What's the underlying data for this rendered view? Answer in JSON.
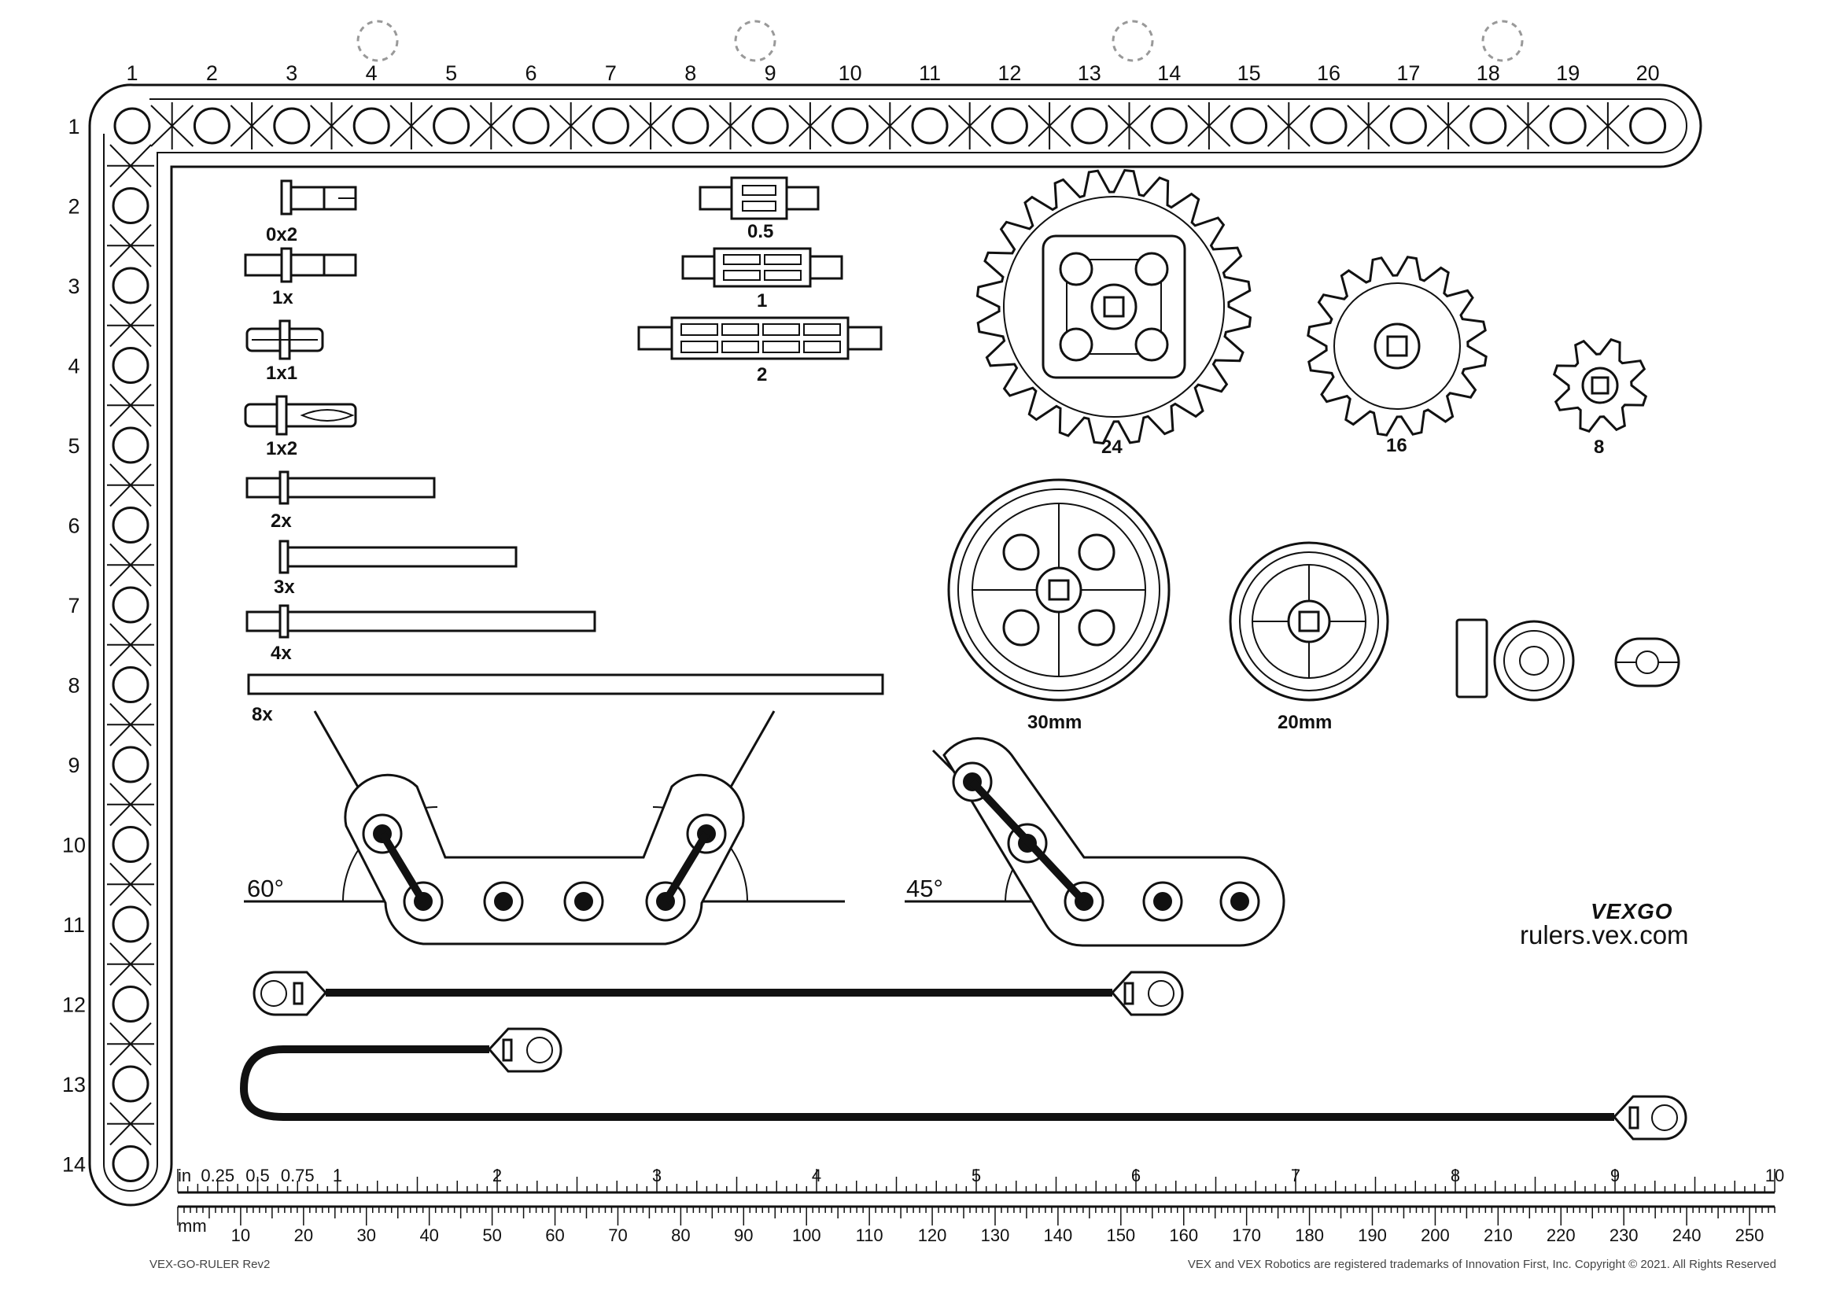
{
  "top_numbers": [
    "1",
    "2",
    "3",
    "4",
    "5",
    "6",
    "7",
    "8",
    "9",
    "10",
    "11",
    "12",
    "13",
    "14",
    "15",
    "16",
    "17",
    "18",
    "19",
    "20"
  ],
  "side_numbers": [
    "1",
    "2",
    "3",
    "4",
    "5",
    "6",
    "7",
    "8",
    "9",
    "10",
    "11",
    "12",
    "13",
    "14"
  ],
  "pins": {
    "p0x2": "0x2",
    "p1x": "1x",
    "p1x1": "1x1",
    "p1x2": "1x2",
    "p2x": "2x",
    "p3x": "3x",
    "p4x": "4x",
    "p8x": "8x"
  },
  "connectors": {
    "c05": "0.5",
    "c1": "1",
    "c2": "2"
  },
  "gears": {
    "g24": "24",
    "g16": "16",
    "g8": "8"
  },
  "wheels": {
    "w30": "30mm",
    "w20": "20mm"
  },
  "angles": {
    "a60": "60°",
    "a45": "45°"
  },
  "brand": {
    "logo": "VEXGO",
    "url": "rulers.vex.com"
  },
  "ruler": {
    "in_unit": "in",
    "in_fractions": [
      "0.25",
      "0.5",
      "0.75"
    ],
    "in_numbers": [
      "1",
      "2",
      "3",
      "4",
      "5",
      "6",
      "7",
      "8",
      "9",
      "10"
    ],
    "mm_unit": "mm",
    "mm_numbers": [
      "10",
      "20",
      "30",
      "40",
      "50",
      "60",
      "70",
      "80",
      "90",
      "100",
      "110",
      "120",
      "130",
      "140",
      "150",
      "160",
      "170",
      "180",
      "190",
      "200",
      "210",
      "220",
      "230",
      "240",
      "250"
    ]
  },
  "footer": {
    "revision": "VEX-GO-RULER Rev2",
    "trademark": "VEX and VEX Robotics are registered trademarks of Innovation First, Inc. Copyright © 2021. All Rights Reserved"
  }
}
